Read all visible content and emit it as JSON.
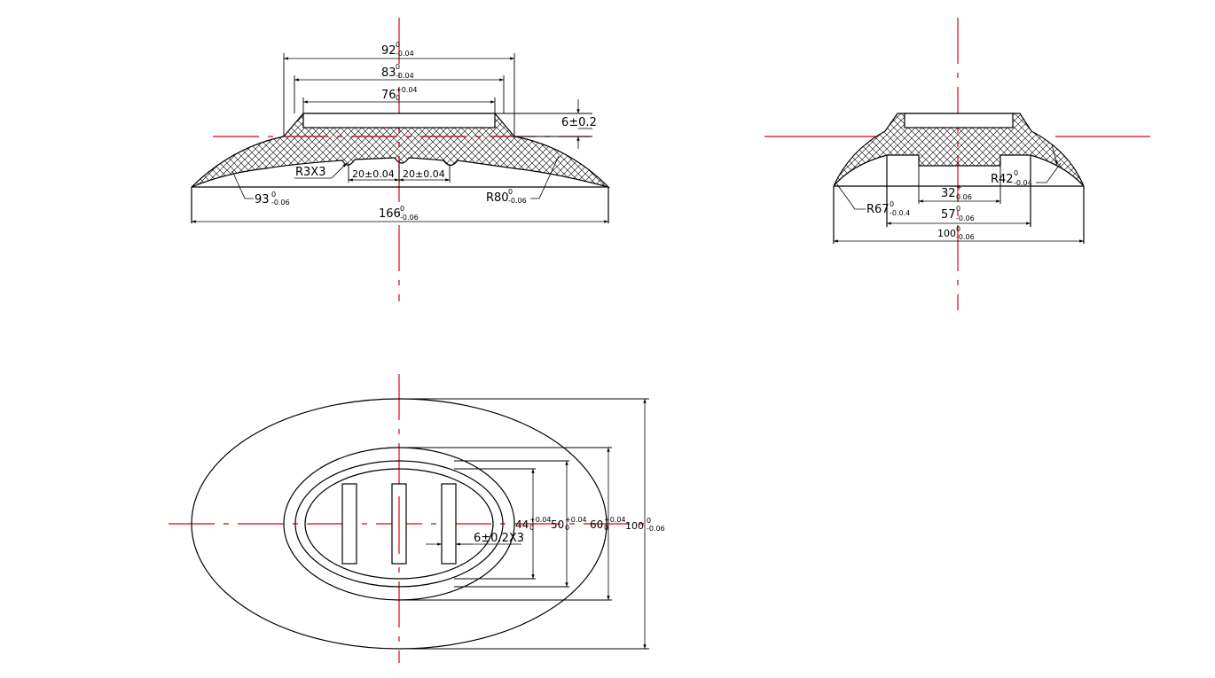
{
  "colors": {
    "centerline": "#e3000f",
    "outline": "#000000",
    "background": "#ffffff"
  },
  "side_view": {
    "dim_92": {
      "base": "92",
      "up": "0",
      "low": "-0.04"
    },
    "dim_83": {
      "base": "83",
      "up": "0",
      "low": "-0.04"
    },
    "dim_76": {
      "base": "76",
      "up": "+0.04",
      "low": "0"
    },
    "dim_6": "6±0.2",
    "r3x3": "R3X3",
    "dim_20a": "20±0.04",
    "dim_20b": "20±0.04",
    "dim_93": {
      "base": "93",
      "up": "0",
      "low": "-0.06"
    },
    "dim_r80": {
      "base": "R80",
      "up": "0",
      "low": "-0.06"
    },
    "dim_166": {
      "base": "166",
      "up": "0",
      "low": "-0.06"
    }
  },
  "section_view": {
    "dim_32": {
      "base": "32",
      "up": "+",
      "low": "0.06"
    },
    "dim_r42": {
      "base": "R42",
      "up": "0",
      "low": "-0.04"
    },
    "dim_r67": {
      "base": "R67",
      "up": "0",
      "low": "-0.0.4"
    },
    "dim_57": {
      "base": "57",
      "up": "0",
      "low": "-0.06"
    },
    "dim_100": {
      "base": "100",
      "up": "0",
      "low": "-0.06"
    }
  },
  "top_view": {
    "dim_44": {
      "base": "44",
      "up": "+0.04",
      "low": "0"
    },
    "dim_50": {
      "base": "50",
      "up": "+0.04",
      "low": "0"
    },
    "dim_60": {
      "base": "60",
      "up": "+0.04",
      "low": "0"
    },
    "dim_100": {
      "base": "100",
      "up": "0",
      "low": "-0.06"
    },
    "dim_slot": "6±0.2X3"
  }
}
